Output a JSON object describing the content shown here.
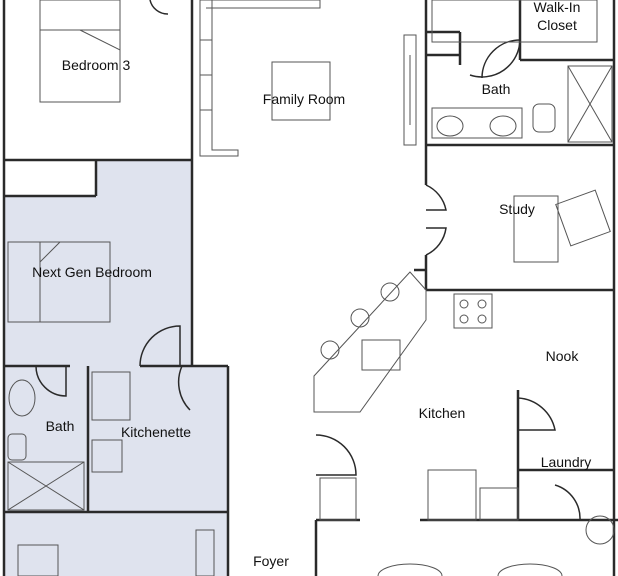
{
  "rooms": {
    "bedroom3": "Bedroom 3",
    "family_room": "Family Room",
    "walkin_closet_line1": "Walk-In",
    "walkin_closet_line2": "Closet",
    "bath_master": "Bath",
    "study": "Study",
    "next_gen_bedroom": "Next Gen Bedroom",
    "bath_next_gen": "Bath",
    "kitchenette": "Kitchenette",
    "nook": "Nook",
    "kitchen": "Kitchen",
    "laundry": "Laundry",
    "foyer": "Foyer"
  },
  "colors": {
    "wall": "#2a2a2a",
    "fixture": "#555555",
    "next_gen_fill": "#dfe3ee",
    "background": "#ffffff"
  }
}
